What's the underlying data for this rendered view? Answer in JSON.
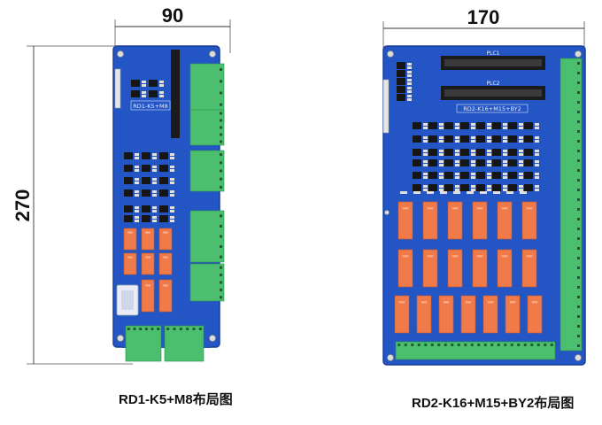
{
  "dimensions": {
    "left_width": "90",
    "left_height": "270",
    "right_width": "170"
  },
  "boards": {
    "left": {
      "board_label": "RD1-K5+M8",
      "caption": "RD1-K5+M8布局图"
    },
    "right": {
      "board_label": "RD2-K16+M15+BY2",
      "connector_top": "PLC1",
      "connector_bottom": "PLC2",
      "caption": "RD2-K16+M15+BY2布局图"
    }
  },
  "colors": {
    "pcb": "#2356c4",
    "pcb_dark": "#1a3f99",
    "terminal": "#4cbf6e",
    "terminal_dark": "#2e8f4b",
    "relay": "#f07a4a",
    "relay_dark": "#c9552a"
  }
}
